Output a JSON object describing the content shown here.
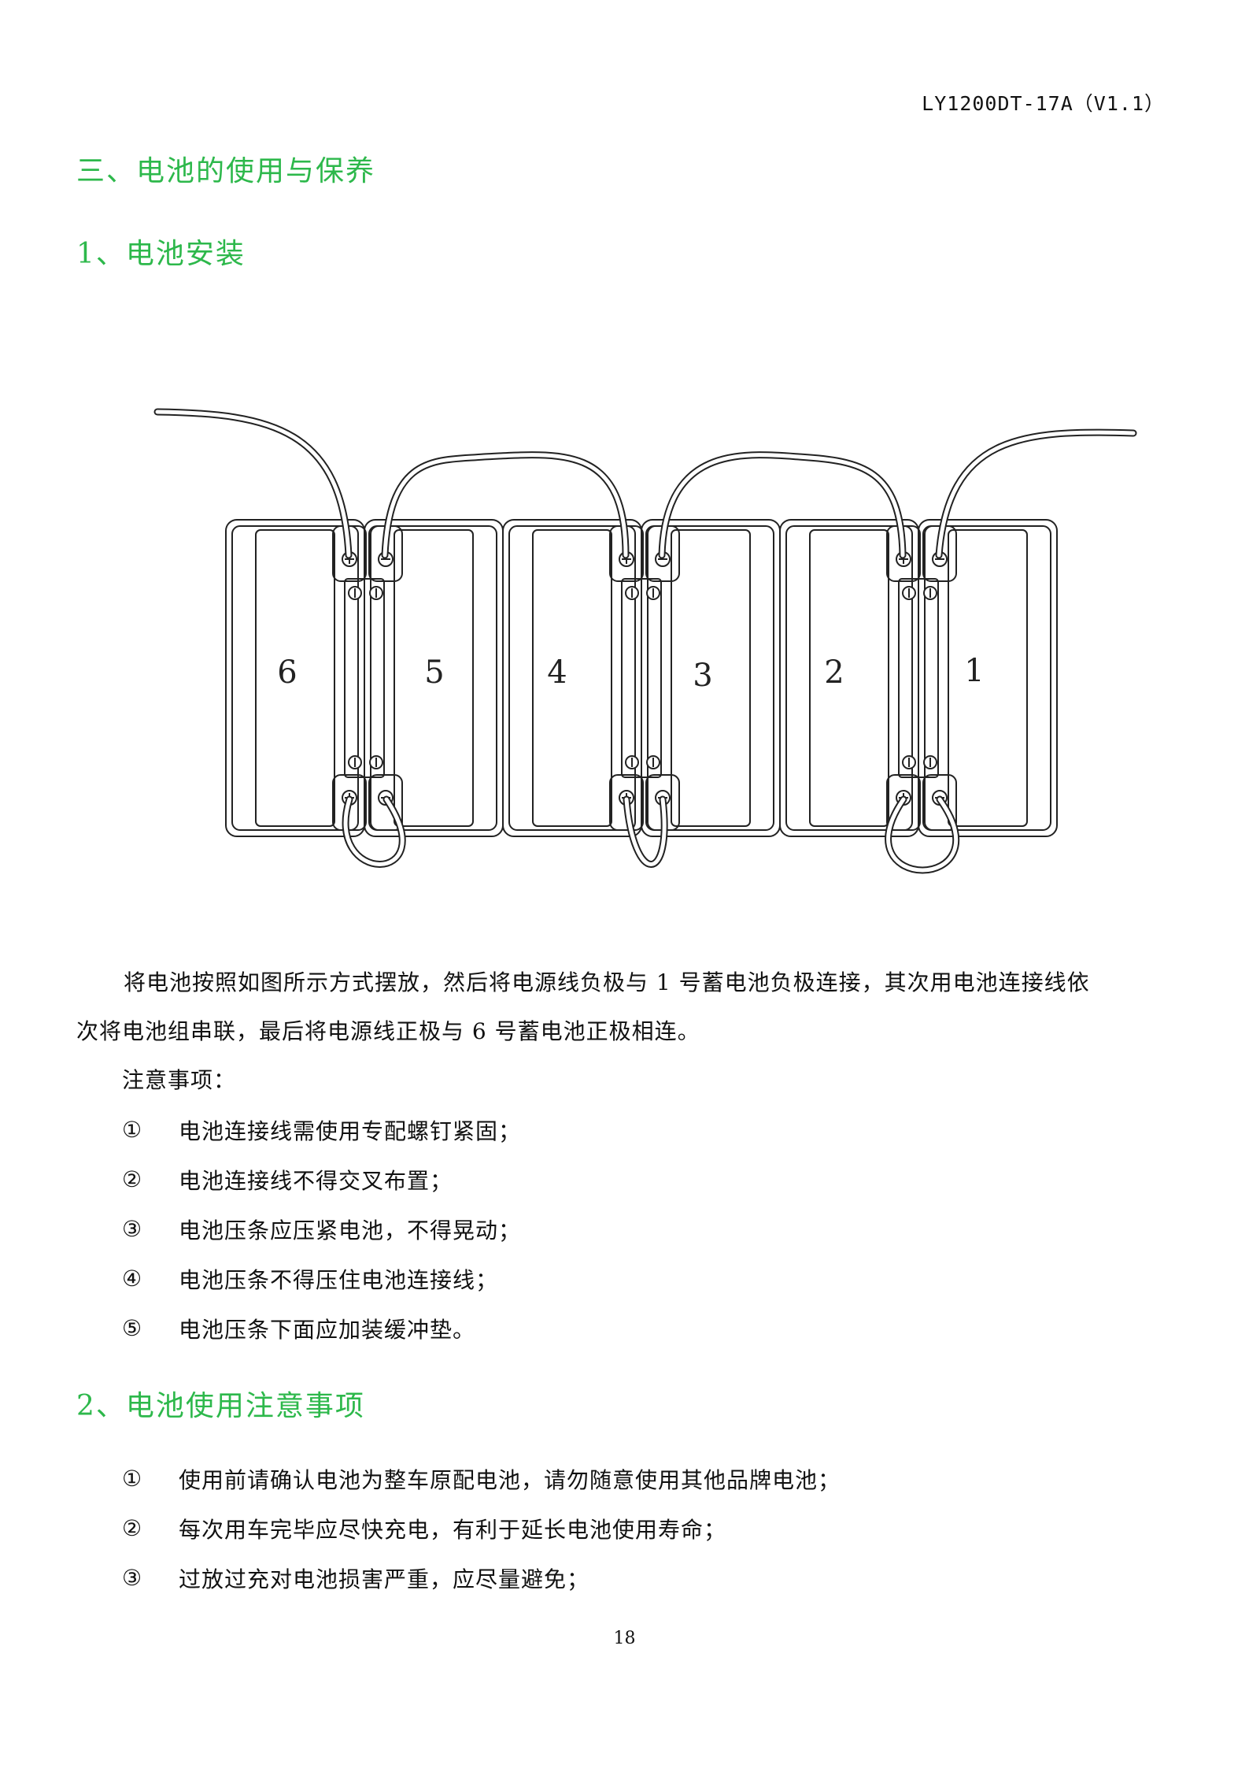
{
  "header": {
    "doc_code": "LY1200DT-17A（V1.1）"
  },
  "section": {
    "title": "三、电池的使用与保养"
  },
  "sub1": {
    "title": "1、电池安装"
  },
  "diagram": {
    "battery_labels": [
      "6",
      "5",
      "4",
      "3",
      "2",
      "1"
    ],
    "line_color": "#222222"
  },
  "install": {
    "paragraph_line1": "将电池按照如图所示方式摆放，然后将电源线负极与 1 号蓄电池负极连接，其次用电池连接线依",
    "paragraph_line2": "次将电池组串联，最后将电源线正极与 6 号蓄电池正极相连。",
    "notes_label": "注意事项：",
    "notes": [
      {
        "num": "①",
        "text": "电池连接线需使用专配螺钉紧固；"
      },
      {
        "num": "②",
        "text": "电池连接线不得交叉布置；"
      },
      {
        "num": "③",
        "text": "电池压条应压紧电池，不得晃动；"
      },
      {
        "num": "④",
        "text": "电池压条不得压住电池连接线；"
      },
      {
        "num": "⑤",
        "text": "电池压条下面应加装缓冲垫。"
      }
    ]
  },
  "sub2": {
    "title": "2、电池使用注意事项"
  },
  "usage": {
    "items": [
      {
        "num": "①",
        "text": "使用前请确认电池为整车原配电池，请勿随意使用其他品牌电池；"
      },
      {
        "num": "②",
        "text": "每次用车完毕应尽快充电，有利于延长电池使用寿命；"
      },
      {
        "num": "③",
        "text": "过放过充对电池损害严重，应尽量避免；"
      }
    ]
  },
  "footer": {
    "page_number": "18"
  },
  "colors": {
    "heading_green": "#2db84b",
    "text": "#111111"
  }
}
